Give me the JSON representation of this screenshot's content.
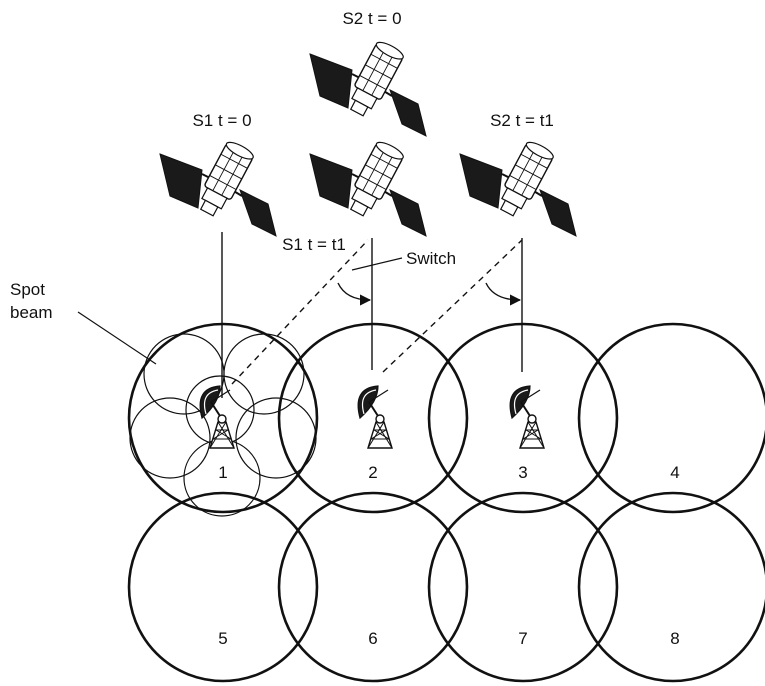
{
  "labels": {
    "s2_t0": "S2 t = 0",
    "s1_t0": "S1 t = 0",
    "s2_t1": "S2 t = t1",
    "s1_t1": "S1 t = t1",
    "switch": "Switch",
    "spot_line1": "Spot",
    "spot_line2": "beam"
  },
  "cells": [
    "1",
    "2",
    "3",
    "4",
    "5",
    "6",
    "7",
    "8"
  ],
  "icons": {
    "satellite": "satellite-icon",
    "ground_station": "satellite-dish-antenna-icon"
  },
  "colors": {
    "stroke": "#111111",
    "panel": "#1a1a1a",
    "background": "#ffffff"
  }
}
